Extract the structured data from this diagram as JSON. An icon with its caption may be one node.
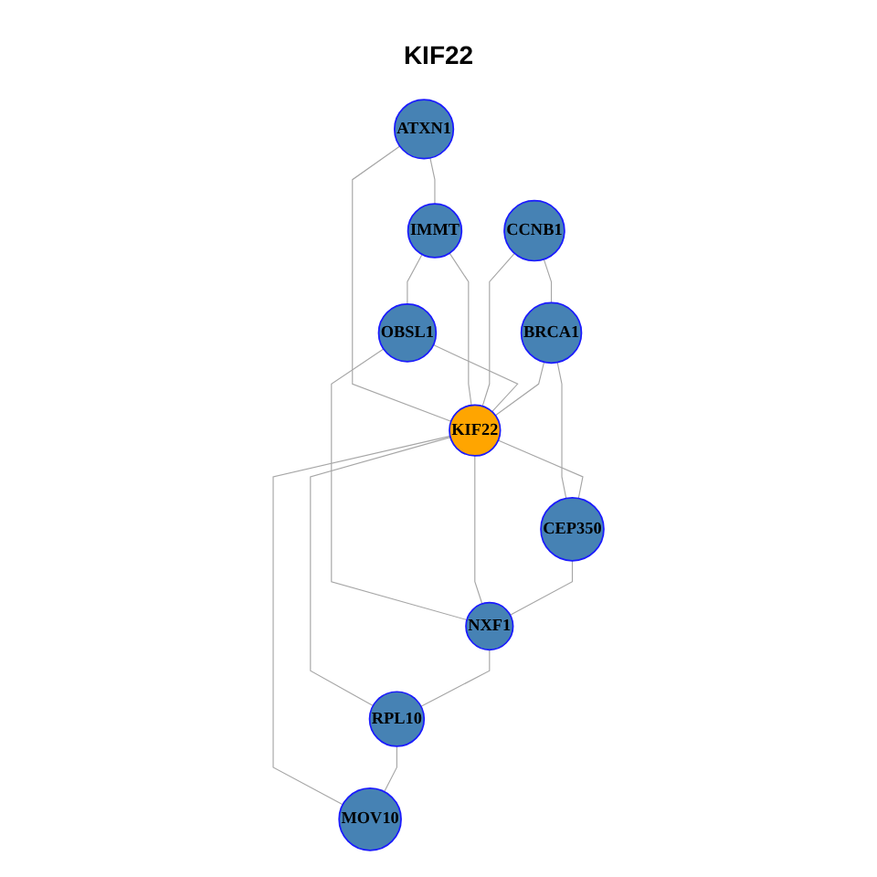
{
  "diagram": {
    "title": "KIF22",
    "nodes": [
      {
        "text": [
          "ATXN1"
        ]
      },
      {
        "text": [
          "IMMT"
        ]
      },
      {
        "text": [
          "CCNB1"
        ]
      },
      {
        "text": [
          "OBSL1"
        ]
      },
      {
        "text": [
          "KIF22"
        ]
      },
      {
        "text": [
          "BRCA1"
        ]
      },
      {
        "text": [
          "NXF1"
        ]
      },
      {
        "text": [
          "CEP350"
        ]
      },
      {
        "text": [
          "RPL10"
        ]
      },
      {
        "text": [
          "MOV10"
        ]
      }
    ],
    "edges": [
      {
        "from": 0,
        "to": 1,
        "arrow": "none"
      },
      {
        "from": 0,
        "to": 4,
        "arrow": "none"
      },
      {
        "from": 1,
        "to": 4,
        "arrow": "none"
      },
      {
        "from": 1,
        "to": 3,
        "arrow": "none"
      },
      {
        "from": 2,
        "to": 4,
        "arrow": "none"
      },
      {
        "from": 2,
        "to": 5,
        "arrow": "none"
      },
      {
        "from": 3,
        "to": 4,
        "arrow": "none"
      },
      {
        "from": 3,
        "to": 6,
        "arrow": "none"
      },
      {
        "from": 5,
        "to": 4,
        "arrow": "none"
      },
      {
        "from": 5,
        "to": 7,
        "arrow": "none"
      },
      {
        "from": 4,
        "to": 7,
        "arrow": "none"
      },
      {
        "from": 4,
        "to": 6,
        "arrow": "none"
      },
      {
        "from": 4,
        "to": 8,
        "arrow": "none"
      },
      {
        "from": 4,
        "to": 9,
        "arrow": "none"
      },
      {
        "from": 7,
        "to": 6,
        "arrow": "none"
      },
      {
        "from": 6,
        "to": 8,
        "arrow": "none"
      },
      {
        "from": 8,
        "to": 9,
        "arrow": "none"
      }
    ]
  }
}
